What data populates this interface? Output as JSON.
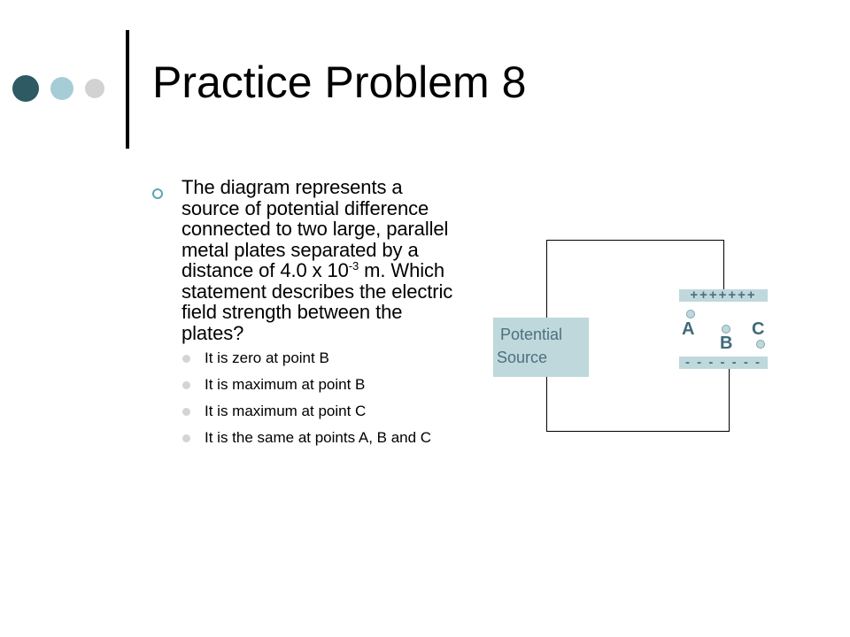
{
  "slide": {
    "title": "Practice Problem 8",
    "question_pre": "The diagram represents a source of potential difference connected to two large, parallel metal plates separated by a distance of 4.0 x 10",
    "question_exp": "-3",
    "question_post": " m. Which statement describes the electric field strength between the plates?",
    "options": [
      "It is zero at point B",
      "It is maximum at point B",
      "It is maximum at point C",
      "It is the same at points A, B and C"
    ]
  },
  "diagram": {
    "source_line1": "Potential",
    "source_line2": "Source",
    "top_plate": "+++++++",
    "bottom_plate": "- - - - - - -",
    "point_a": "A",
    "point_b": "B",
    "point_c": "C"
  },
  "colors": {
    "dot_dark": "#2d5a63",
    "dot_light": "#a6cdd5",
    "dot_gray": "#d2d2d2",
    "accent": "#bfd8dc"
  }
}
